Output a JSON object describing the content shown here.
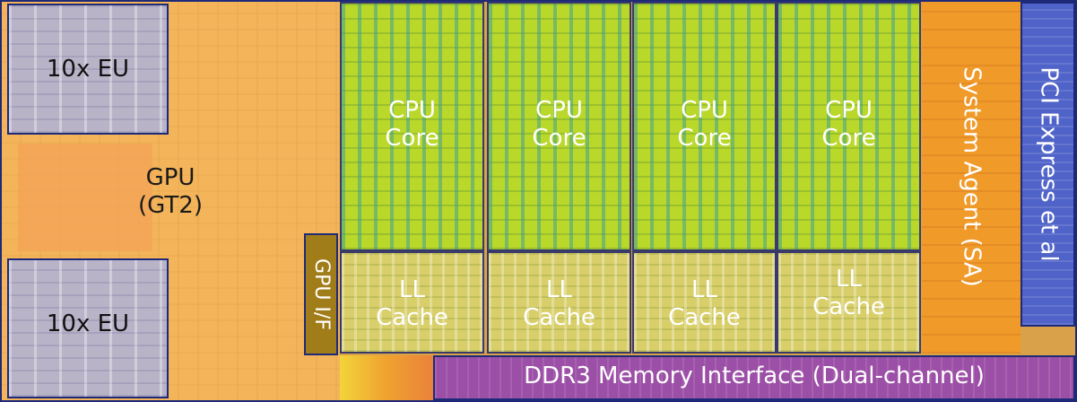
{
  "gpu": {
    "label_line1": "GPU",
    "label_line2": "(GT2)"
  },
  "eu_blocks": [
    {
      "label": "10x EU"
    },
    {
      "label": "10x EU"
    }
  ],
  "gpu_interface": {
    "label": "GPU I/F"
  },
  "cpu_cores": [
    {
      "line1": "CPU",
      "line2": "Core"
    },
    {
      "line1": "CPU",
      "line2": "Core"
    },
    {
      "line1": "CPU",
      "line2": "Core"
    },
    {
      "line1": "CPU",
      "line2": "Core"
    }
  ],
  "ll_cache": [
    {
      "line1": "LL",
      "line2": "Cache"
    },
    {
      "line1": "LL",
      "line2": "Cache"
    },
    {
      "line1": "LL",
      "line2": "Cache"
    },
    {
      "line1": "LL",
      "line2": "Cache"
    }
  ],
  "system_agent": {
    "label": "System Agent (SA)"
  },
  "pci_express": {
    "label": "PCI Express et al"
  },
  "memory_interface": {
    "label": "DDR3 Memory Interface (Dual-channel)"
  },
  "colors": {
    "gpu": "#f4b45a",
    "eu": "#b9b3c8",
    "cpu_core": "#b9d82a",
    "ll_cache": "#d9cf6a",
    "system_agent": "#f09a2a",
    "pci_express": "#4f63c8",
    "memory_interface": "#9c4fa6",
    "outline": "#1e2a78"
  }
}
